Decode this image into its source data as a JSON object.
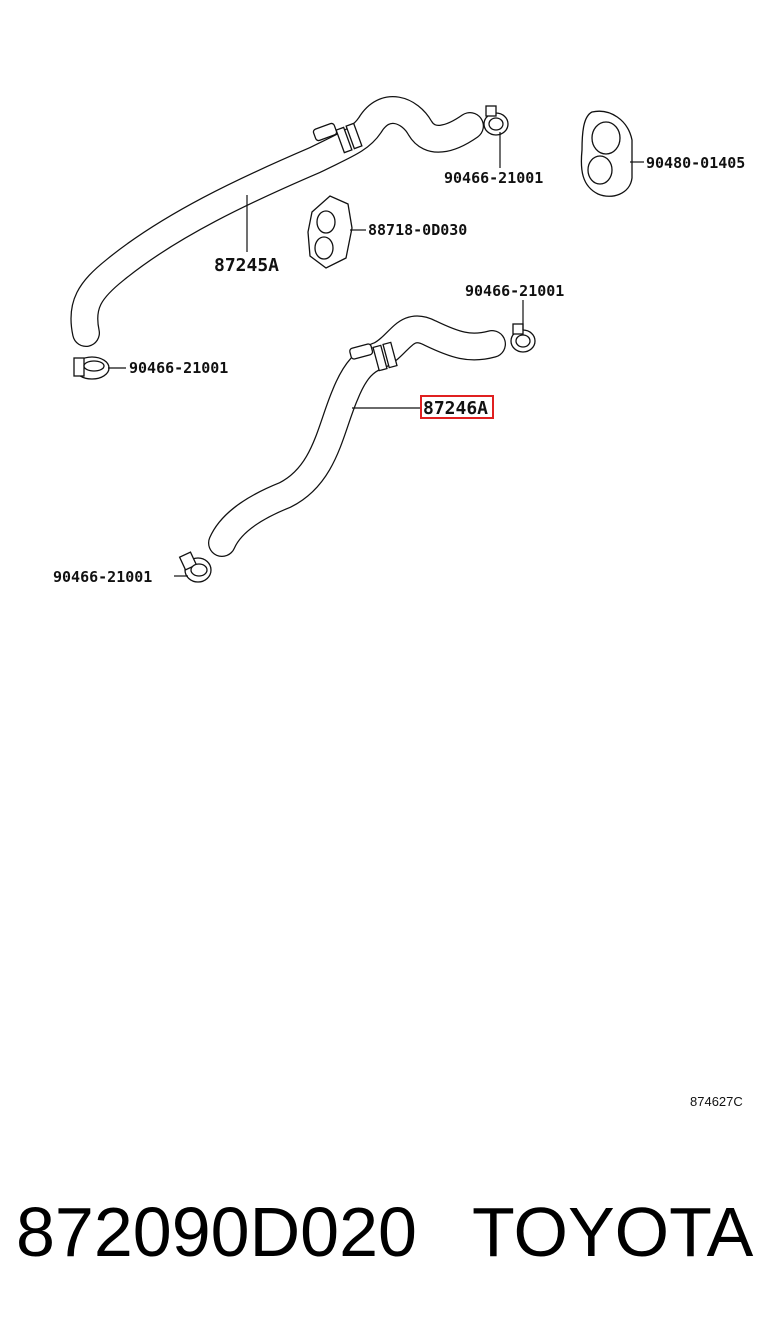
{
  "callouts": {
    "clamp_top_right": "90466-21001",
    "grommet": "90480-01405",
    "clamp_holder": "88718-0D030",
    "hose_upper": "87245A",
    "clamp_upper_left": "90466-21001",
    "clamp_mid_right": "90466-21001",
    "hose_lower": "87246A",
    "clamp_lower_left": "90466-21001"
  },
  "highlight": {
    "color": "#e02020",
    "target": "hose_lower"
  },
  "figure_code": "874627C",
  "footer": {
    "part_number": "872090D020",
    "brand": "TOYOTA"
  }
}
